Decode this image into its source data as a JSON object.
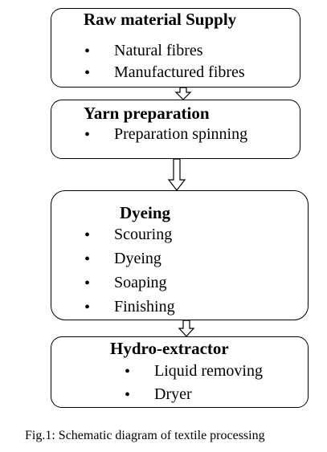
{
  "diagram": {
    "boxes": [
      {
        "title": "Raw material Supply",
        "items": [
          "Natural fibres",
          "Manufactured fibres"
        ]
      },
      {
        "title": "Yarn preparation",
        "items": [
          "Preparation spinning"
        ]
      },
      {
        "title": "Dyeing",
        "items": [
          "Scouring",
          "Dyeing",
          "Soaping",
          "Finishing"
        ]
      },
      {
        "title": "Hydro-extractor",
        "items": [
          "Liquid removing",
          "Dryer"
        ]
      }
    ],
    "bullet_glyph": "•",
    "arrow_icon": "down-arrow-icon"
  },
  "caption": "Fig.1: Schematic diagram of textile processing"
}
